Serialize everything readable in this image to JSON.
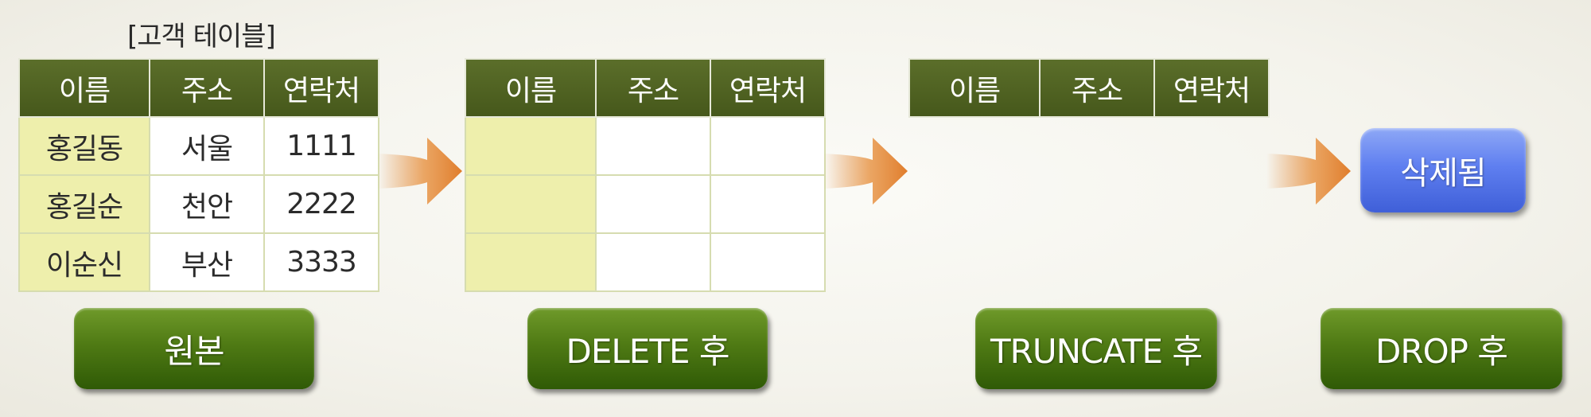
{
  "caption": "[고객 테이블]",
  "headers": [
    "이름",
    "주소",
    "연락처"
  ],
  "original": {
    "rows": [
      [
        "홍길동",
        "서울",
        "1111"
      ],
      [
        "홍길순",
        "천안",
        "2222"
      ],
      [
        "이순신",
        "부산",
        "3333"
      ]
    ],
    "label": "원본"
  },
  "delete_stage": {
    "label": "DELETE 후"
  },
  "truncate_stage": {
    "label": "TRUNCATE 후"
  },
  "drop_stage": {
    "label": "DROP 후",
    "result": "삭제됨"
  },
  "colors": {
    "header_bg": "#4f6322",
    "name_cell_bg": "#eeefac",
    "button_green": "#4f7a14",
    "arrow_orange": "#e08a3c",
    "badge_blue": "#5f7ff0"
  }
}
